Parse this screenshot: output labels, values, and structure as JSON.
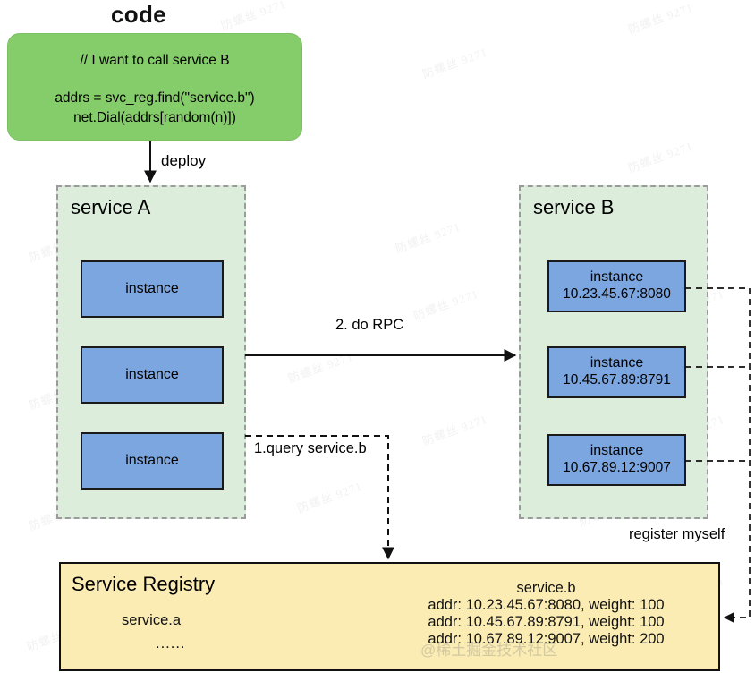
{
  "code": {
    "title": "code",
    "comment": "// I want to call service B",
    "line1": "addrs = svc_reg.find(\"service.b\")",
    "line2": "net.Dial(addrs[random(n)])",
    "box_color": "#85cc6b"
  },
  "edges": {
    "deploy": "deploy",
    "rpc": "2. do RPC",
    "query": "1.query service.b",
    "register": "register myself"
  },
  "service_a": {
    "title": "service A",
    "box_color": "#dceddc",
    "instances": [
      {
        "label": "instance",
        "addr": ""
      },
      {
        "label": "instance",
        "addr": ""
      },
      {
        "label": "instance",
        "addr": ""
      }
    ]
  },
  "service_b": {
    "title": "service B",
    "box_color": "#dceddc",
    "instances": [
      {
        "label": "instance",
        "addr": "10.23.45.67:8080"
      },
      {
        "label": "instance",
        "addr": "10.45.67.89:8791"
      },
      {
        "label": "instance",
        "addr": "10.67.89.12:9007"
      }
    ]
  },
  "registry": {
    "title": "Service Registry",
    "box_color": "#fbecb4",
    "left_service": "service.a",
    "left_dots": "......",
    "right_service": "service.b",
    "entries": [
      "addr: 10.23.45.67:8080, weight: 100",
      "addr: 10.45.67.89:8791, weight: 100",
      "addr: 10.67.89.12:9007, weight: 200"
    ]
  },
  "instance_color": "#7ca6df",
  "watermarks": {
    "small": "防螺丝 9271",
    "big": "@稀土掘金技术社区"
  }
}
